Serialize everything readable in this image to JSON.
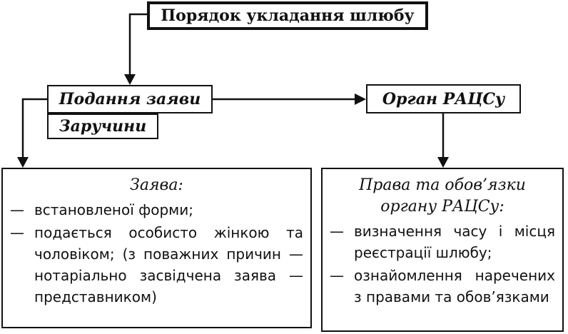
{
  "diagram": {
    "title": "Порядок укладання шлюбу",
    "submit_label": "Подання заяви",
    "engagement_label": "Заручини",
    "organ_label": "Орган РАЦСу",
    "application": {
      "heading": "Заява:",
      "items": [
        "встановленої форми;",
        "подається особисто жінкою та чоловіком; (з поважних причин — нотаріально засвідчена заява — представником)"
      ]
    },
    "rights": {
      "heading_line1": "Права та обов’язки",
      "heading_line2": "органу РАЦСу:",
      "items": [
        "визначення часу і місця реєстрації шлюбу;",
        "ознайомлення наречених з правами та обов’язками"
      ]
    },
    "dash": "—"
  }
}
